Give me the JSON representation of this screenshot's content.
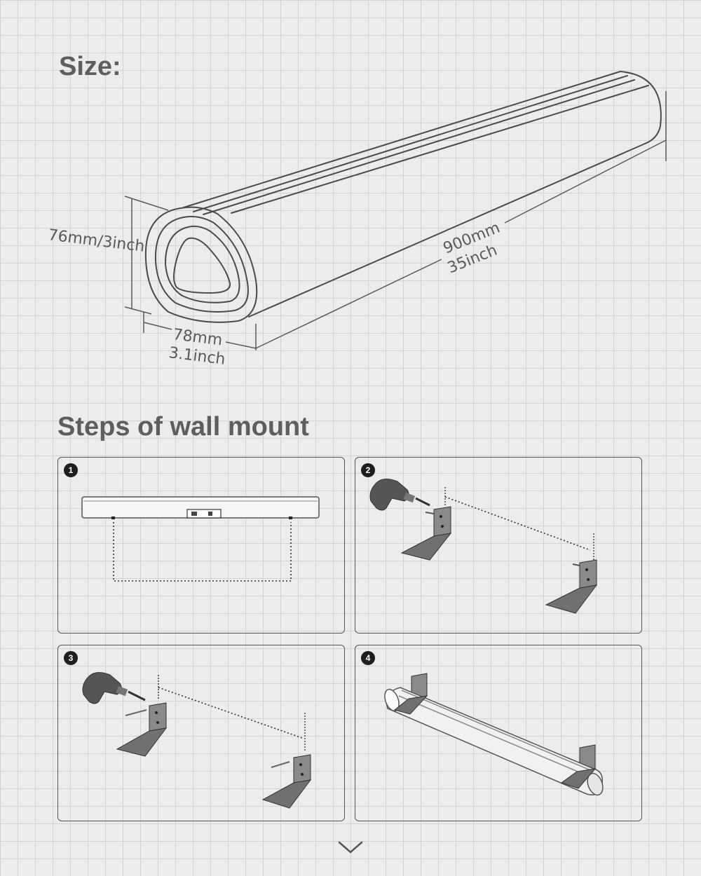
{
  "size_section": {
    "title": "Size:",
    "height_label": "76mm/3inch",
    "depth_label_mm": "78mm",
    "depth_label_inch": "3.1inch",
    "length_label_mm": "900mm",
    "length_label_inch": "35inch"
  },
  "steps_section": {
    "title": "Steps of wall mount",
    "steps": [
      {
        "number": "1"
      },
      {
        "number": "2"
      },
      {
        "number": "3"
      },
      {
        "number": "4"
      }
    ]
  },
  "icons": [
    "chevron-down-icon",
    "drill-icon",
    "bracket-icon",
    "screw-icon"
  ]
}
